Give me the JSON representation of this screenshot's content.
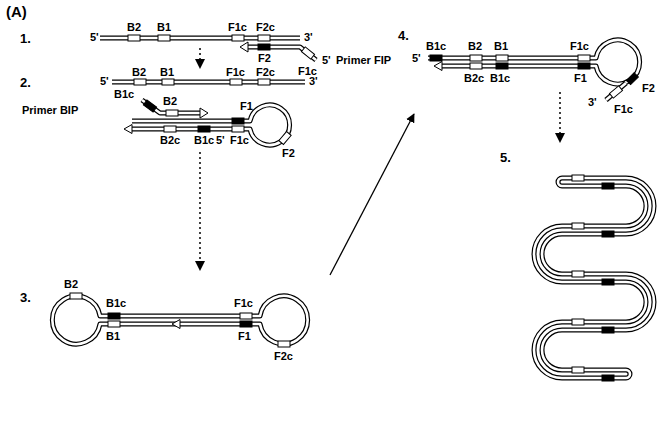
{
  "diagram": {
    "title": "(A)",
    "labels": [
      "1.",
      "B2",
      "B1",
      "F1c",
      "F2c",
      "5'",
      "3'",
      "F2",
      "F1c",
      "5'",
      "Primer FIP",
      "2.",
      "5'",
      "B2",
      "B1",
      "F1c",
      "F2c",
      "3'",
      "Primer BIP",
      "B1c",
      "B2",
      "B2c",
      "B1c",
      "F1",
      "5'",
      "F1c",
      "F2",
      "3.",
      "B2",
      "B1c",
      "B1",
      "F1c",
      "F1",
      "F2c",
      "4.",
      "B1c",
      "5'",
      "B2",
      "B1",
      "F1c",
      "B2c",
      "B1c",
      "F1",
      "F2",
      "3'",
      "F1c",
      "5."
    ]
  }
}
